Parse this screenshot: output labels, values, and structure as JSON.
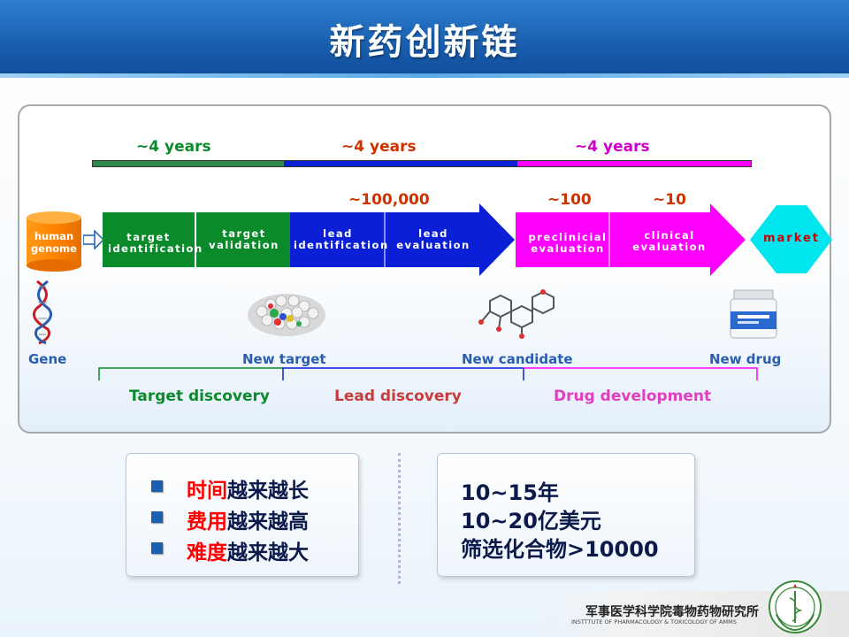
{
  "header": {
    "title": "新药创新链"
  },
  "timeline": {
    "year_labels": [
      "~4  years",
      "~4  years",
      "~4  years"
    ],
    "counts": [
      "~100,000",
      "~100",
      "~10"
    ]
  },
  "pipeline": {
    "gene_drum": "human\ngenome",
    "stages": [
      "target\nidentification",
      "target\nvalidation",
      "lead\nidentification",
      "lead\nevaluation",
      "preclinicial\nevaluation",
      "clinical\nevaluation"
    ],
    "market": "market"
  },
  "milestones": [
    "Gene",
    "New target",
    "New candidate",
    "New drug"
  ],
  "phases": [
    "Target discovery",
    "Lead discovery",
    "Drug development"
  ],
  "trends": [
    {
      "key": "时间",
      "rest": "越来越长"
    },
    {
      "key": "费用",
      "rest": "越来越高"
    },
    {
      "key": "难度",
      "rest": "越来越大"
    }
  ],
  "stats": [
    "10~15年",
    "10~20亿美元",
    "筛选化合物>10000"
  ],
  "footer": {
    "institute_cn": "军事医学科学院毒物药物研究所",
    "institute_en": "INSTTTUTE OF PHARMACOLOGY & TOXICOLOGY OF AMMS"
  },
  "colors": {
    "green": "#0a8a2a",
    "blue": "#0b1fd6",
    "magenta": "#ff00ff",
    "cyan": "#00e6ee",
    "orange": "#ff8a00"
  }
}
